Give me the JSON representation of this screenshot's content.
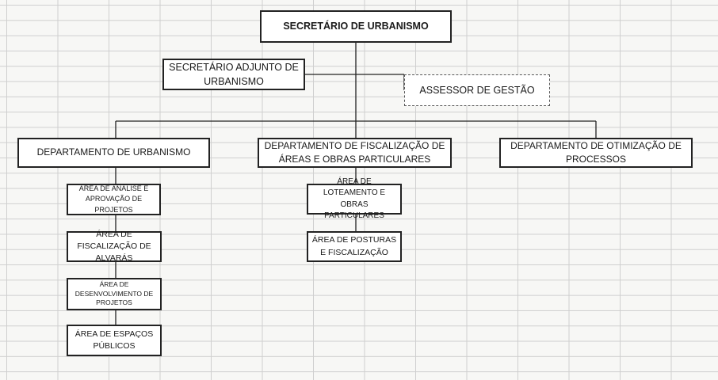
{
  "org_chart": {
    "top": {
      "label": "SECRETÁRIO DE URBANISMO"
    },
    "adjunto": {
      "label": "SECRETÁRIO ADJUNTO DE URBANISMO"
    },
    "assessor": {
      "label": "ASSESSOR DE GESTÃO"
    },
    "departments": [
      {
        "label": "DEPARTAMENTO DE URBANISMO",
        "areas": [
          "ÁREA DE ANÁLISE E APROVAÇÃO DE PROJETOS",
          "ÁREA DE FISCALIZAÇÃO DE ALVARÁS",
          "ÁREA DE DESENVOLVIMENTO DE PROJETOS",
          "ÁREA DE ESPAÇOS PÚBLICOS"
        ]
      },
      {
        "label": "DEPARTAMENTO DE FISCALIZAÇÃO DE ÁREAS E OBRAS PARTICULARES",
        "areas": [
          "ÁREA DE LOTEAMENTO E OBRAS PARTICULARES",
          "ÁREA DE POSTURAS E FISCALIZAÇÃO"
        ]
      },
      {
        "label": "DEPARTAMENTO DE OTIMIZAÇÃO DE PROCESSOS",
        "areas": []
      }
    ]
  },
  "colors": {
    "line": "#222222",
    "box_fill": "#ffffff",
    "grid": "#cfcfcf"
  }
}
